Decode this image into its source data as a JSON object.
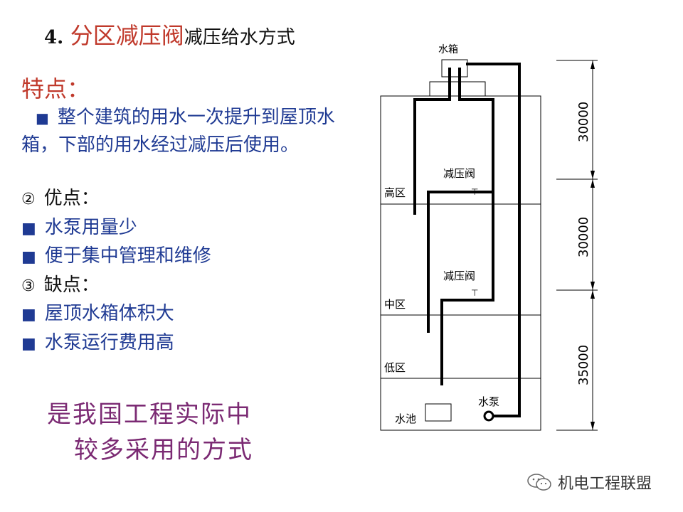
{
  "title": {
    "number": "4.",
    "highlight": "分区减压阀",
    "rest": "减压给水方式"
  },
  "features_heading": "特点：",
  "features_desc": "整个建筑的用水一次提升到屋顶水箱，下部的用水经过减压后使用。",
  "list": [
    {
      "bullet": "②",
      "text": "优点："
    },
    {
      "bullet": "■",
      "text": "水泵用量少"
    },
    {
      "bullet": "■",
      "text": "便于集中管理和维修"
    },
    {
      "bullet": "③",
      "text": "缺点："
    },
    {
      "bullet": "■",
      "text": "屋顶水箱体积大"
    },
    {
      "bullet": "■",
      "text": "水泵运行费用高"
    }
  ],
  "note": {
    "line1": "是我国工程实际中",
    "line2": "较多采用的方式"
  },
  "diagram": {
    "tank_label": "水箱",
    "valve_label_1": "减压阀",
    "valve_label_2": "减压阀",
    "zone_high": "高区",
    "zone_mid": "中区",
    "zone_low": "低区",
    "pool_label": "水池",
    "pump_label": "水泵",
    "dim_1": "30000",
    "dim_2": "30000",
    "dim_3": "35000"
  },
  "watermark": {
    "text": "机电工程联盟"
  },
  "colors": {
    "accent_red": "#c0392b",
    "text_blue": "#1f3a93",
    "note_purple": "#7b2a73"
  }
}
